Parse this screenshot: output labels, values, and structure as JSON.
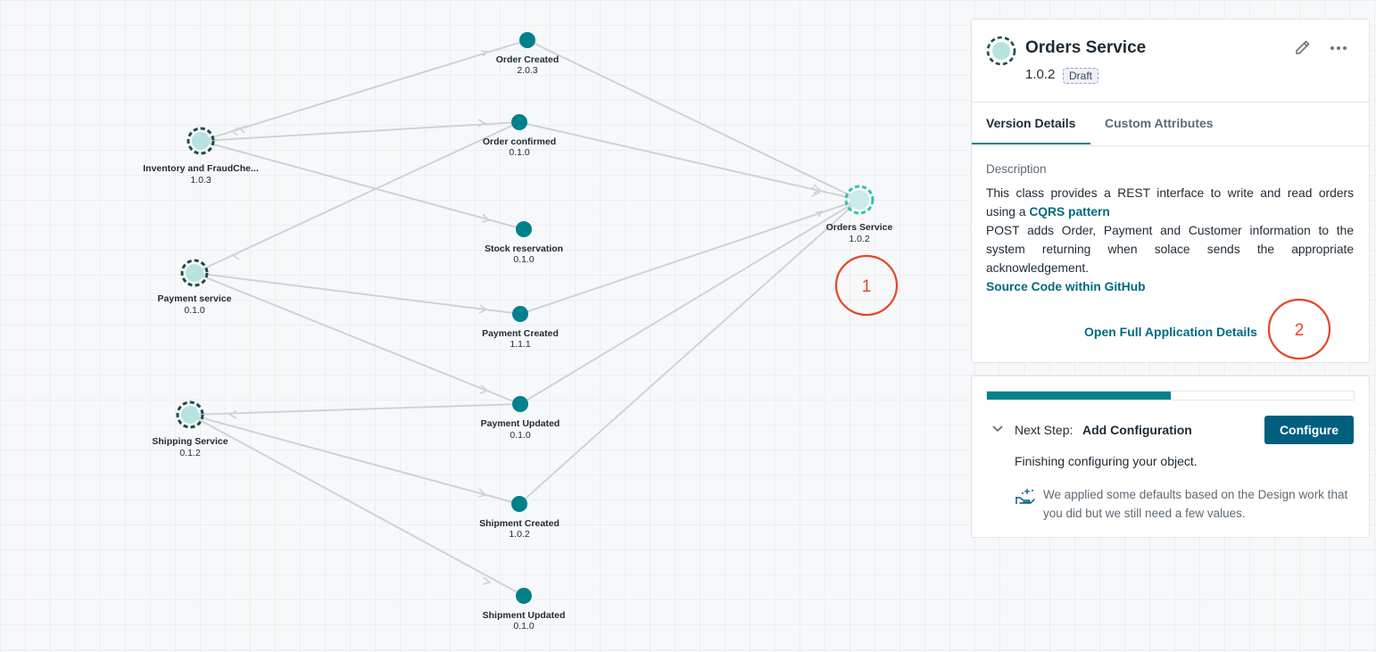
{
  "graph": {
    "nodes": {
      "order_created": {
        "name": "Order Created",
        "version": "2.0.3"
      },
      "order_confirmed": {
        "name": "Order confirmed",
        "version": "0.1.0"
      },
      "stock_reservation": {
        "name": "Stock reservation",
        "version": "0.1.0"
      },
      "payment_created": {
        "name": "Payment Created",
        "version": "1.1.1"
      },
      "payment_updated": {
        "name": "Payment Updated",
        "version": "0.1.0"
      },
      "shipment_created": {
        "name": "Shipment Created",
        "version": "1.0.2"
      },
      "shipment_updated": {
        "name": "Shipment Updated",
        "version": "0.1.0"
      },
      "inventory": {
        "name": "Inventory and FraudChe...",
        "version": "1.0.3"
      },
      "payment_service": {
        "name": "Payment service",
        "version": "0.1.0"
      },
      "shipping_service": {
        "name": "Shipping Service",
        "version": "0.1.2"
      },
      "orders_service": {
        "name": "Orders Service",
        "version": "1.0.2"
      }
    },
    "markers": {
      "one": "1",
      "two": "2"
    }
  },
  "details": {
    "title": "Orders Service",
    "version": "1.0.2",
    "badge": "Draft",
    "tabs": {
      "version_details": "Version Details",
      "custom_attributes": "Custom Attributes"
    },
    "description_label": "Description",
    "description": {
      "line1": "This class provides a REST interface to write and read orders using a ",
      "cqrs_link": "CQRS pattern",
      "line2": "POST adds Order, Payment and Customer information to the system returning when solace sends the appropriate acknowledgement.",
      "source_link": "Source Code within GitHub"
    },
    "open_link": "Open Full Application Details"
  },
  "config": {
    "progress": 0.5,
    "next_step_label": "Next Step:",
    "next_step_value": "Add Configuration",
    "configure_button": "Configure",
    "finishing": "Finishing configuring your object.",
    "hint": "We applied some defaults based on the Design work that you did but we still need a few values."
  },
  "colors": {
    "teal": "#00818c",
    "dark_teal": "#1e4d4d",
    "accent_red": "#e8442a",
    "button": "#005f7f"
  },
  "icons": {
    "app": "application-node-icon",
    "edit": "pencil-icon",
    "more": "more-horizontal-icon",
    "chevron": "chevron-down-icon",
    "hint": "hand-sparkle-icon"
  }
}
